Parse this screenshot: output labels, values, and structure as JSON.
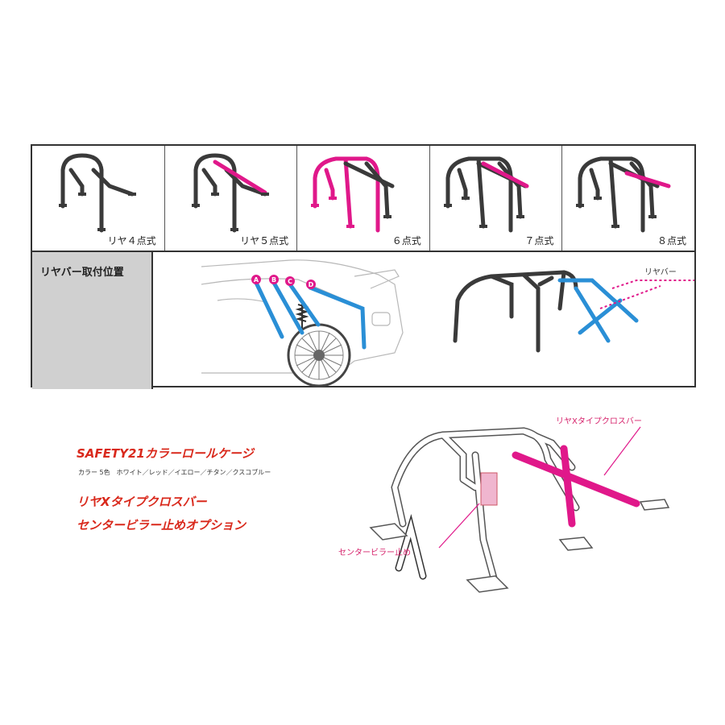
{
  "variants": [
    {
      "label": "リヤ４点式"
    },
    {
      "label": "リヤ５点式"
    },
    {
      "label": "６点式"
    },
    {
      "label": "７点式"
    },
    {
      "label": "８点式"
    }
  ],
  "mounting": {
    "title": "リヤバー取付位置",
    "points": [
      "A",
      "B",
      "C",
      "D"
    ],
    "rear_bar_label": "リヤバー"
  },
  "promo": {
    "title": "SAFETY21カラーロールケージ",
    "colors": "カラー 5色　ホワイト／レッド／イエロー／チタン／クスコブルー",
    "option1": "リヤXタイプクロスバー",
    "option2": "センタービラー止めオプション"
  },
  "callouts": {
    "x_crossbar": "リヤXタイプクロスバー",
    "center_pillar": "センタービラー止め"
  },
  "colors": {
    "highlight": "#e0188a",
    "blue": "#2a8fd6",
    "cage": "#3a3a3a",
    "promo_red": "#d9291c"
  }
}
